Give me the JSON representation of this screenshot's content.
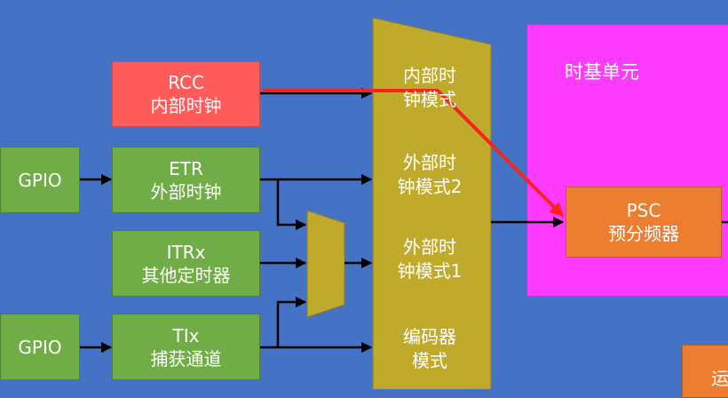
{
  "left_inputs": {
    "gpio_top": "GPIO",
    "gpio_bottom": "GPIO"
  },
  "sources": {
    "rcc": {
      "line1": "RCC",
      "line2": "内部时钟"
    },
    "etr": {
      "line1": "ETR",
      "line2": "外部时钟"
    },
    "itrx": {
      "line1": "ITRx",
      "line2": "其他定时器"
    },
    "tix": {
      "line1": "TIx",
      "line2": "捕获通道"
    }
  },
  "mode_selector": {
    "internal": {
      "line1": "内部时",
      "line2": "钟模式"
    },
    "external2": {
      "line1": "外部时",
      "line2": "钟模式2"
    },
    "external1": {
      "line1": "外部时",
      "line2": "钟模式1"
    },
    "encoder": {
      "line1": "编码器",
      "line2": "模式"
    }
  },
  "time_base": {
    "title": "时基单元",
    "psc": {
      "line1": "PSC",
      "line2": "预分频器"
    },
    "partial_label": "运"
  },
  "colors": {
    "background": "#4472c4",
    "source_box": "#70ad47",
    "rcc_box": "#ff5b5b",
    "mux": "#c0aa2c",
    "time_base": "#ff3bff",
    "psc_box": "#ed7d31",
    "highlight_path": "#ff2020"
  }
}
